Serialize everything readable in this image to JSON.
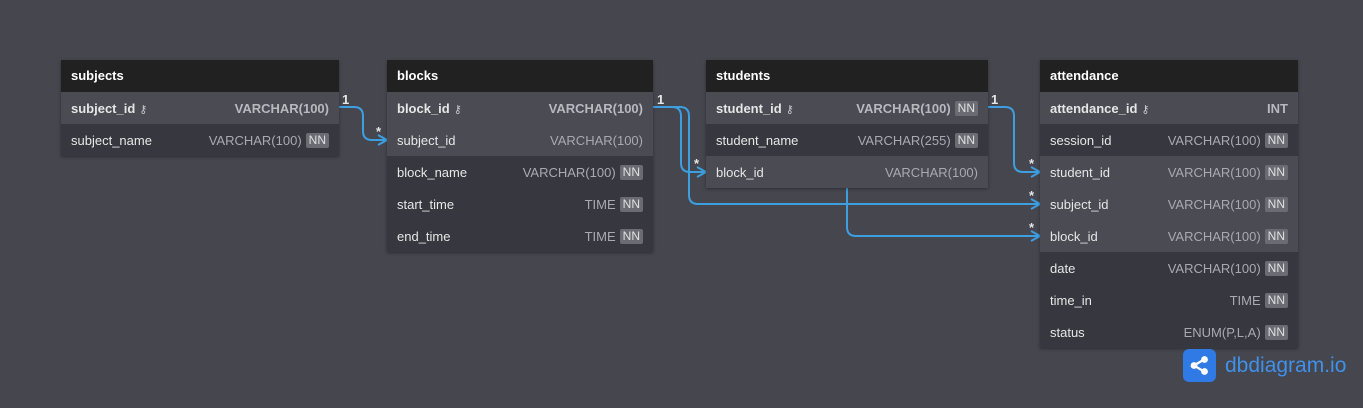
{
  "tables": {
    "subjects": {
      "name": "subjects",
      "fields": [
        {
          "name": "subject_id",
          "type": "VARCHAR(100)",
          "pk": true,
          "nn": false
        },
        {
          "name": "subject_name",
          "type": "VARCHAR(100)",
          "pk": false,
          "nn": true
        }
      ]
    },
    "blocks": {
      "name": "blocks",
      "fields": [
        {
          "name": "block_id",
          "type": "VARCHAR(100)",
          "pk": true,
          "nn": false
        },
        {
          "name": "subject_id",
          "type": "VARCHAR(100)",
          "pk": false,
          "nn": false
        },
        {
          "name": "block_name",
          "type": "VARCHAR(100)",
          "pk": false,
          "nn": true
        },
        {
          "name": "start_time",
          "type": "TIME",
          "pk": false,
          "nn": true
        },
        {
          "name": "end_time",
          "type": "TIME",
          "pk": false,
          "nn": true
        }
      ]
    },
    "students": {
      "name": "students",
      "fields": [
        {
          "name": "student_id",
          "type": "VARCHAR(100)",
          "pk": true,
          "nn": true
        },
        {
          "name": "student_name",
          "type": "VARCHAR(255)",
          "pk": false,
          "nn": true
        },
        {
          "name": "block_id",
          "type": "VARCHAR(100)",
          "pk": false,
          "nn": false
        }
      ]
    },
    "attendance": {
      "name": "attendance",
      "fields": [
        {
          "name": "attendance_id",
          "type": "INT",
          "pk": true,
          "nn": false
        },
        {
          "name": "session_id",
          "type": "VARCHAR(100)",
          "pk": false,
          "nn": true
        },
        {
          "name": "student_id",
          "type": "VARCHAR(100)",
          "pk": false,
          "nn": true
        },
        {
          "name": "subject_id",
          "type": "VARCHAR(100)",
          "pk": false,
          "nn": true
        },
        {
          "name": "block_id",
          "type": "VARCHAR(100)",
          "pk": false,
          "nn": true
        },
        {
          "name": "date",
          "type": "VARCHAR(100)",
          "pk": false,
          "nn": true
        },
        {
          "name": "time_in",
          "type": "TIME",
          "pk": false,
          "nn": true
        },
        {
          "name": "status",
          "type": "ENUM(P,L,A)",
          "pk": false,
          "nn": true
        }
      ]
    }
  },
  "labels": {
    "nn": "NN",
    "one": "1",
    "many": "*"
  },
  "brand": {
    "name": "dbdiagram.io"
  },
  "colors": {
    "background": "#45464e",
    "header": "#212122",
    "row": "#37383f",
    "row_highlight": "#4a4b53",
    "link": "#3d9ee0",
    "brand": "#3f91ea"
  },
  "icons": {
    "key": "key-icon",
    "logo": "share-nodes-icon"
  }
}
